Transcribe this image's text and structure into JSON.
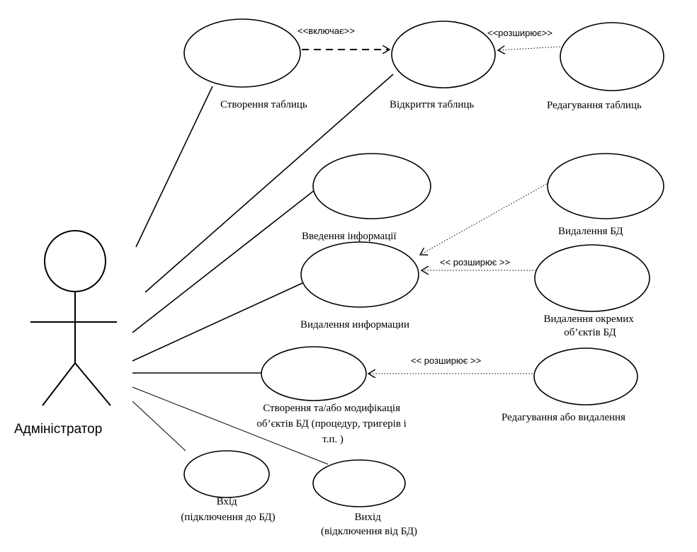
{
  "actor": {
    "name": "Адміністратор"
  },
  "use_cases": {
    "create_tables": "Створення таблиць",
    "open_tables": "Відкриття таблиць",
    "edit_tables": "Редагування таблиць",
    "enter_info": "Введення  інформації",
    "delete_db": "Видалення БД",
    "delete_info": "Видалення информации",
    "delete_objects": [
      "Видалення окремих",
      "об’єктів БД"
    ],
    "create_modify": [
      "Створення та/або модифікація",
      "об’єктів БД (процедур, тригерів і",
      "т.п. )"
    ],
    "edit_or_delete": "Редагування або видалення",
    "login": [
      "Вхід",
      "(підключення до БД)"
    ],
    "logout": [
      "Вихід",
      "(відключення від БД)"
    ]
  },
  "relations": {
    "include": "<<включає>>",
    "extend_top": "<<розширює>>",
    "extend_mid": "<< розширює >>",
    "extend_low": "<< розширює >>"
  }
}
